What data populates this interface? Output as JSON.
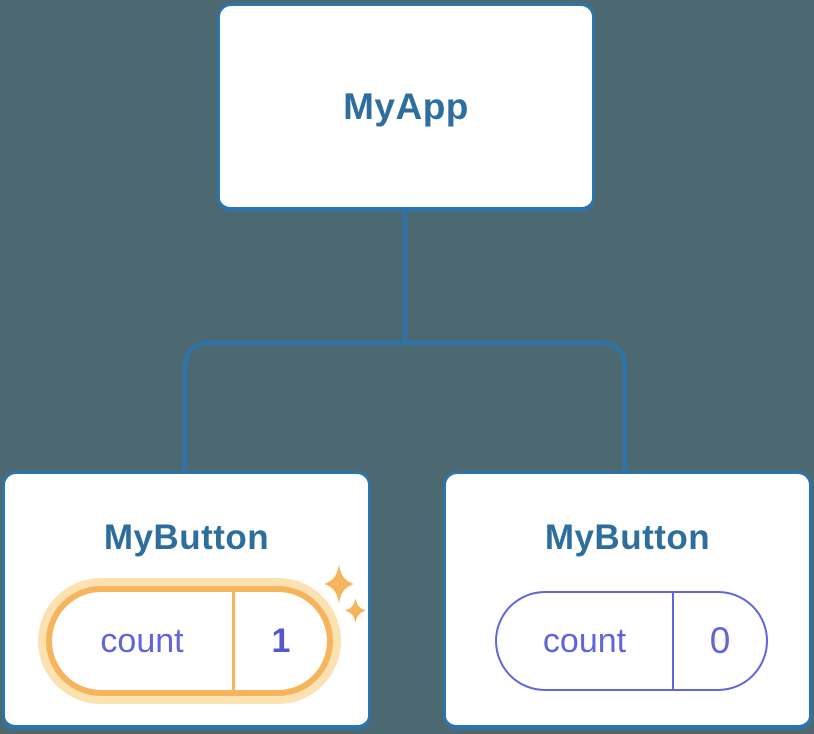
{
  "diagram": {
    "root": {
      "label": "MyApp"
    },
    "children": [
      {
        "label": "MyButton",
        "state_key": "count",
        "state_value": "1",
        "highlighted": true
      },
      {
        "label": "MyButton",
        "state_key": "count",
        "state_value": "0",
        "highlighted": false
      }
    ]
  },
  "colors": {
    "background": "#4C6972",
    "card_background": "#FFFFFF",
    "card_border": "#2F74A8",
    "connector_line": "#2F74A8",
    "title_text": "#2E6E9C",
    "state_text": "#6065D9",
    "state_value_bold": "#5358CF",
    "highlight_orange": "#F6B45C",
    "highlight_halo": "#FBE2B0"
  }
}
